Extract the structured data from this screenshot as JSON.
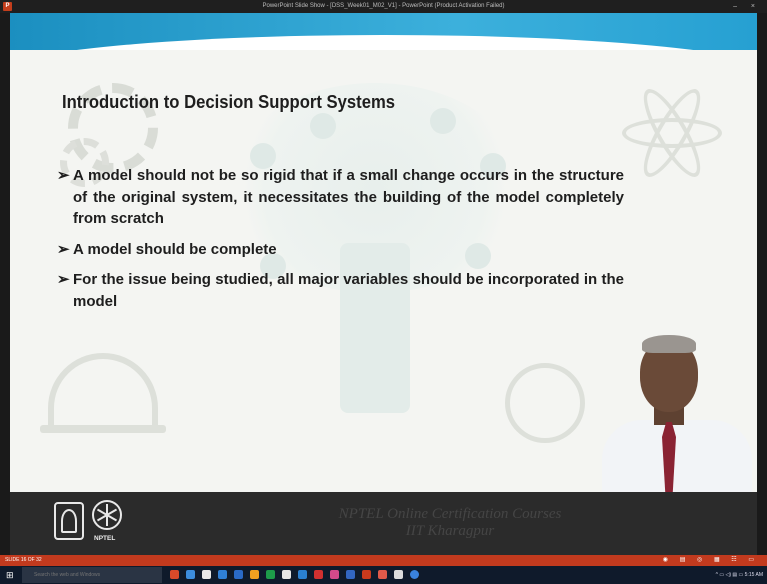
{
  "window": {
    "title": "PowerPoint Slide Show - [DSS_Week01_M02_V1] - PowerPoint (Product Activation Failed)",
    "controls": "– ×"
  },
  "slide": {
    "title": "Introduction to Decision Support Systems",
    "bullet_marker": "➢",
    "bullets": [
      "A model should not be so rigid that if a small change occurs in the structure of the original system, it necessitates the building of the model completely from scratch",
      "A model should be complete",
      "For the issue being studied, all major variables should be incorporated in the model"
    ]
  },
  "footer": {
    "logo_label": "NPTEL",
    "line1": "NPTEL Online Certification Courses",
    "line2": "IIT Kharagpur"
  },
  "statusbar": {
    "slide_count": "SLIDE 16 OF 32",
    "icons": "◉ ▤ ◎ ▦ ☷ ▭"
  },
  "taskbar": {
    "search_placeholder": "Search the web and Windows",
    "tray": "^ ▭ ◁) ▤ ▭  5:15 AM"
  },
  "colors": {
    "accent_blue": "#1b8fc0",
    "status_red": "#c23a1e",
    "footer_dark": "#2b2b2b"
  }
}
